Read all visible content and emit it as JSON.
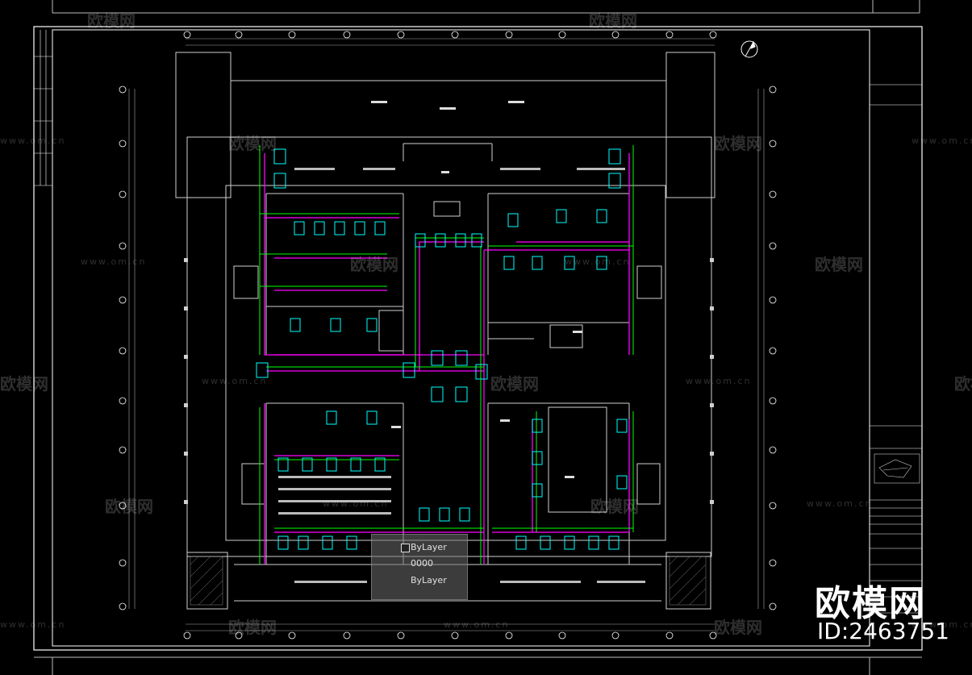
{
  "watermark": {
    "cn": "欧模网",
    "url": "www.om.cn"
  },
  "brand": {
    "name": "欧模网",
    "id_label": "ID:2463751"
  },
  "property_popup": {
    "color": "ByLayer",
    "line_weight": "0000",
    "linetype": "ByLayer"
  },
  "colors": {
    "background": "#000000",
    "frame": "#ffffff",
    "duct_magenta": "#ff00ff",
    "pipe_green": "#00ff00",
    "equipment_cyan": "#00ffff",
    "wall_white": "#d0d0d0"
  },
  "icons": {
    "north_arrow": "north-arrow-icon"
  }
}
